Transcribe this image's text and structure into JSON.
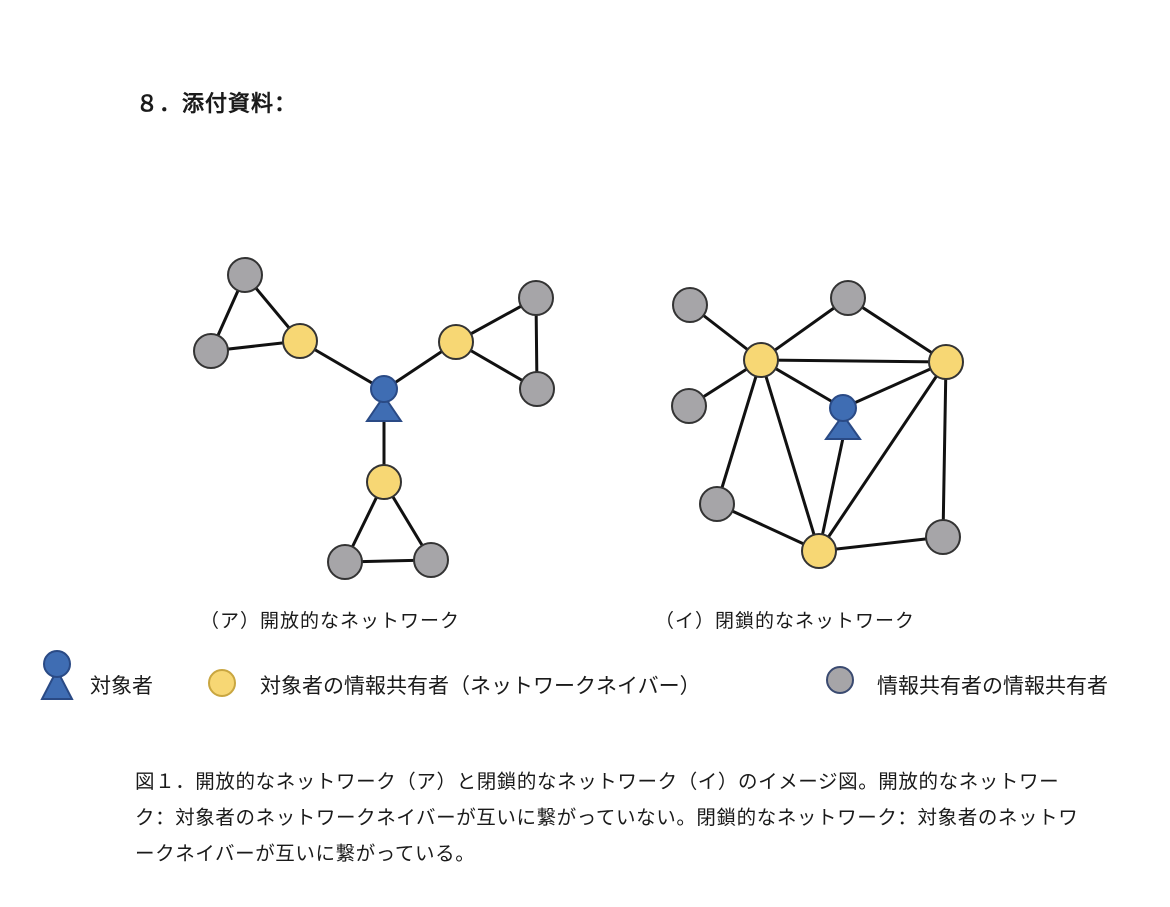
{
  "heading": "８．添付資料：",
  "diagrams": {
    "open": {
      "caption": "（ア）開放的なネットワーク"
    },
    "closed": {
      "caption": "（イ）閉鎖的なネットワーク"
    }
  },
  "legend": {
    "subject": "対象者",
    "neighbor": "対象者の情報共有者（ネットワークネイバー）",
    "second_degree": "情報共有者の情報共有者"
  },
  "figure_caption": "図１．開放的なネットワーク（ア）と閉鎖的なネットワーク（イ）のイメージ図。開放的なネットワーク：対象者のネットワークネイバーが互いに繋がっていない。閉鎖的なネットワーク：対象者のネットワークネイバーが互いに繋がっている。",
  "colors": {
    "subject": "#3f6db3",
    "neighbor": "#f7d774",
    "second_degree": "#a6a5a8",
    "edge": "#111111"
  }
}
